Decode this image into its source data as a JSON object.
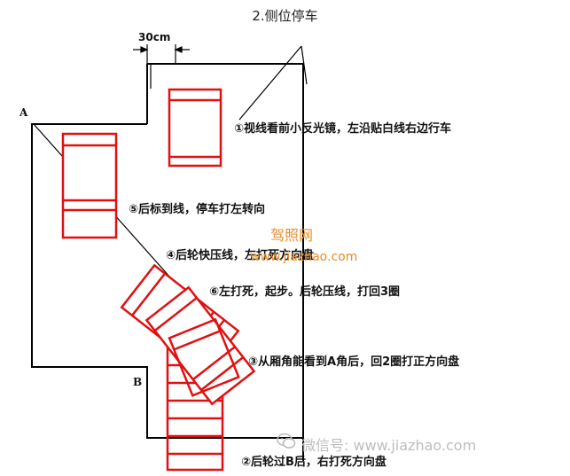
{
  "title": "2.侧位停车",
  "dimension_label": "30cm",
  "point_a": "A",
  "point_b": "B",
  "steps": {
    "step1": "①视线看前小反光镜，左沿贴白线右边行车",
    "step2": "②后轮过B后，右打死方向盘",
    "step3": "③从厢角能看到A角后，回2圈打正方向盘",
    "step4": "④后轮快压线，左打死方向盘",
    "step5": "⑤后标到线，停车打左转向",
    "step6": "⑥左打死，起步。后轮压线，打回3圈"
  },
  "watermark": {
    "cn": "驾照网",
    "url": "www.jiazhao.com",
    "wechat": "微信号: www.jiazhao.com"
  },
  "colors": {
    "car": "#e01010",
    "line": "#000000",
    "watermark_orange": "#e98c2a",
    "watermark_gray": "#bdbdbd"
  }
}
